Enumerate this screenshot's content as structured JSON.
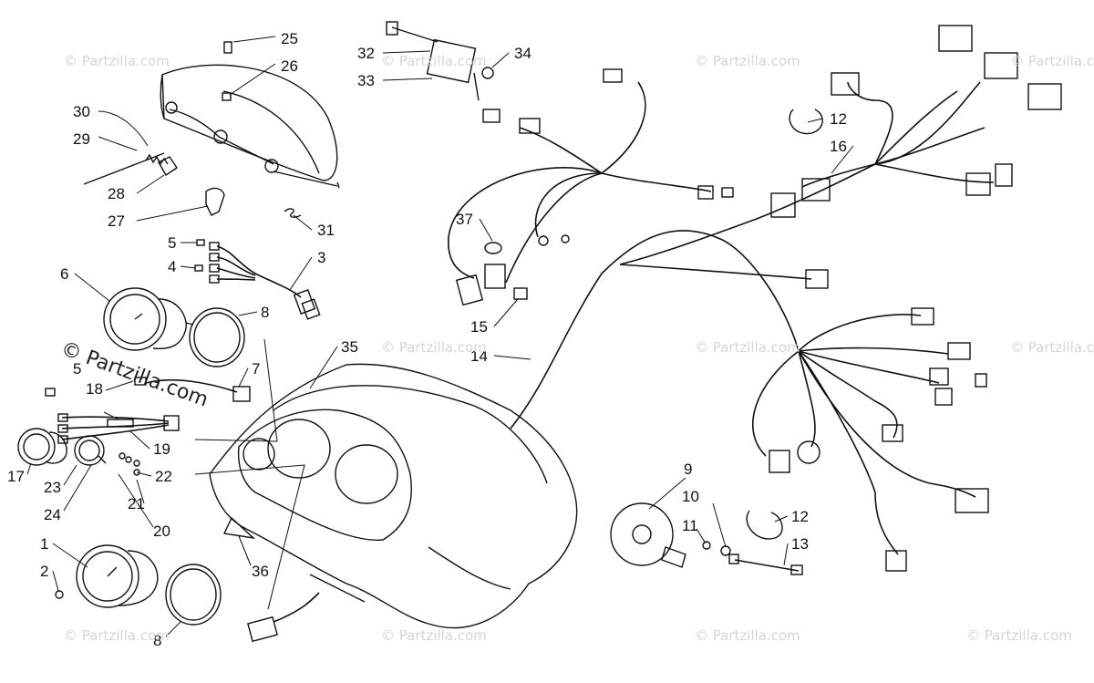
{
  "watermarks": [
    "© Partzilla.com",
    "© Partzilla.com",
    "© Partzilla.com",
    "© Partzilla.com",
    "© Partzilla.com",
    "© Partzilla.com",
    "© Partzilla.com",
    "© Partzilla.com",
    "© Partzilla.com",
    "© Partzilla.com",
    "© Partzilla.com"
  ],
  "watermark_big": "© Partzilla.com",
  "callouts": [
    {
      "id": "25",
      "label": "25"
    },
    {
      "id": "26",
      "label": "26"
    },
    {
      "id": "30",
      "label": "30"
    },
    {
      "id": "29",
      "label": "29"
    },
    {
      "id": "28",
      "label": "28"
    },
    {
      "id": "27",
      "label": "27"
    },
    {
      "id": "31",
      "label": "31"
    },
    {
      "id": "5a",
      "label": "5"
    },
    {
      "id": "4",
      "label": "4"
    },
    {
      "id": "3",
      "label": "3"
    },
    {
      "id": "6",
      "label": "6"
    },
    {
      "id": "8a",
      "label": "8"
    },
    {
      "id": "5b",
      "label": "5"
    },
    {
      "id": "7",
      "label": "7"
    },
    {
      "id": "18",
      "label": "18"
    },
    {
      "id": "19",
      "label": "19"
    },
    {
      "id": "17",
      "label": "17"
    },
    {
      "id": "23",
      "label": "23"
    },
    {
      "id": "22",
      "label": "22"
    },
    {
      "id": "21",
      "label": "21"
    },
    {
      "id": "24",
      "label": "24"
    },
    {
      "id": "20",
      "label": "20"
    },
    {
      "id": "1",
      "label": "1"
    },
    {
      "id": "2",
      "label": "2"
    },
    {
      "id": "8b",
      "label": "8"
    },
    {
      "id": "36",
      "label": "36"
    },
    {
      "id": "35",
      "label": "35"
    },
    {
      "id": "32",
      "label": "32"
    },
    {
      "id": "33",
      "label": "33"
    },
    {
      "id": "34",
      "label": "34"
    },
    {
      "id": "37",
      "label": "37"
    },
    {
      "id": "15",
      "label": "15"
    },
    {
      "id": "14",
      "label": "14"
    },
    {
      "id": "12a",
      "label": "12"
    },
    {
      "id": "16",
      "label": "16"
    },
    {
      "id": "9",
      "label": "9"
    },
    {
      "id": "10",
      "label": "10"
    },
    {
      "id": "11",
      "label": "11"
    },
    {
      "id": "12b",
      "label": "12"
    },
    {
      "id": "13",
      "label": "13"
    }
  ]
}
